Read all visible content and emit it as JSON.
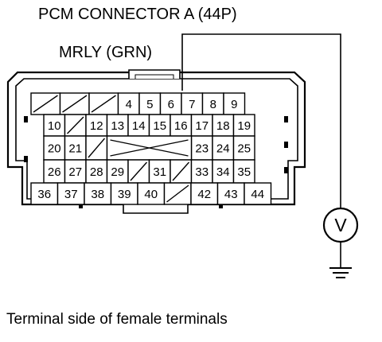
{
  "title": "PCM CONNECTOR A (44P)",
  "wire_label": "MRLY (GRN)",
  "caption": "Terminal side of female terminals",
  "meter_symbol": "V",
  "ground_icon": "ground-icon",
  "connector": {
    "rows": [
      [
        "",
        "",
        "",
        "4",
        "5",
        "6",
        "7",
        "8",
        "9"
      ],
      [
        "10",
        "",
        "12",
        "13",
        "14",
        "15",
        "16",
        "17",
        "18",
        "19"
      ],
      [
        "20",
        "21",
        "",
        "",
        "",
        "",
        "",
        "23",
        "24",
        "25"
      ],
      [
        "26",
        "27",
        "28",
        "29",
        "",
        "31",
        "",
        "33",
        "34",
        "35"
      ],
      [
        "36",
        "37",
        "38",
        "39",
        "40",
        "",
        "42",
        "43",
        "44"
      ]
    ],
    "probed_terminal": "6"
  }
}
